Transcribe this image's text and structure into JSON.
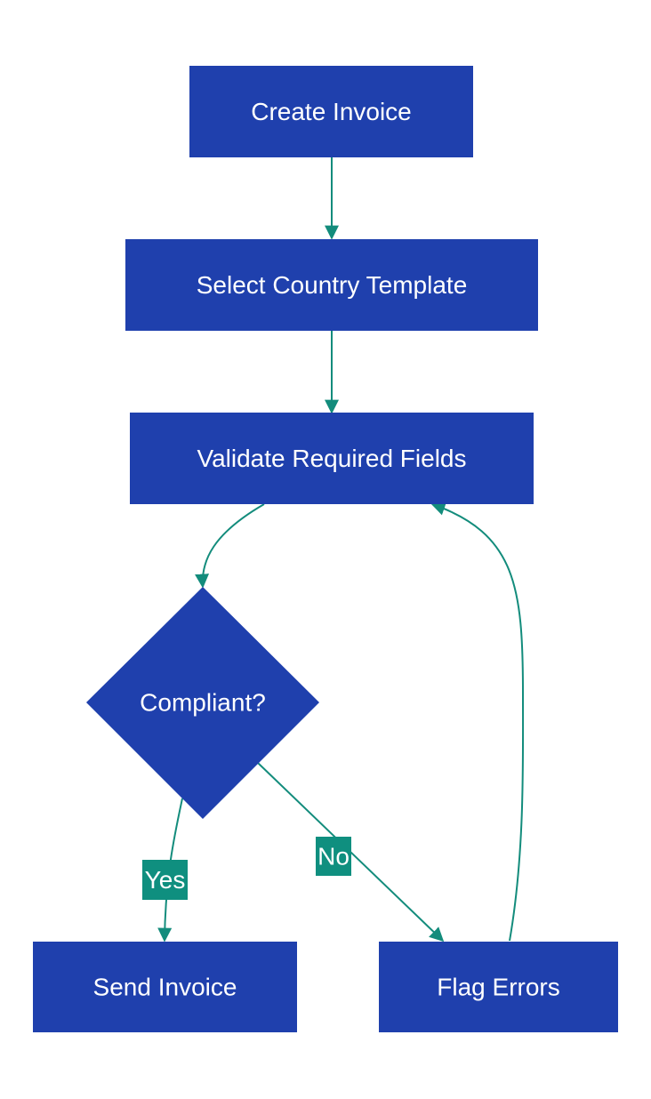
{
  "colors": {
    "node_fill": "#1f40ad",
    "node_text": "#ffffff",
    "edge": "#138c7c",
    "edge_label_bg": "#0f8f7f"
  },
  "nodes": {
    "create_invoice": "Create Invoice",
    "select_template": "Select Country Template",
    "validate_fields": "Validate Required Fields",
    "compliant": "Compliant?",
    "send_invoice": "Send Invoice",
    "flag_errors": "Flag Errors"
  },
  "edges": {
    "yes": "Yes",
    "no": "No"
  }
}
